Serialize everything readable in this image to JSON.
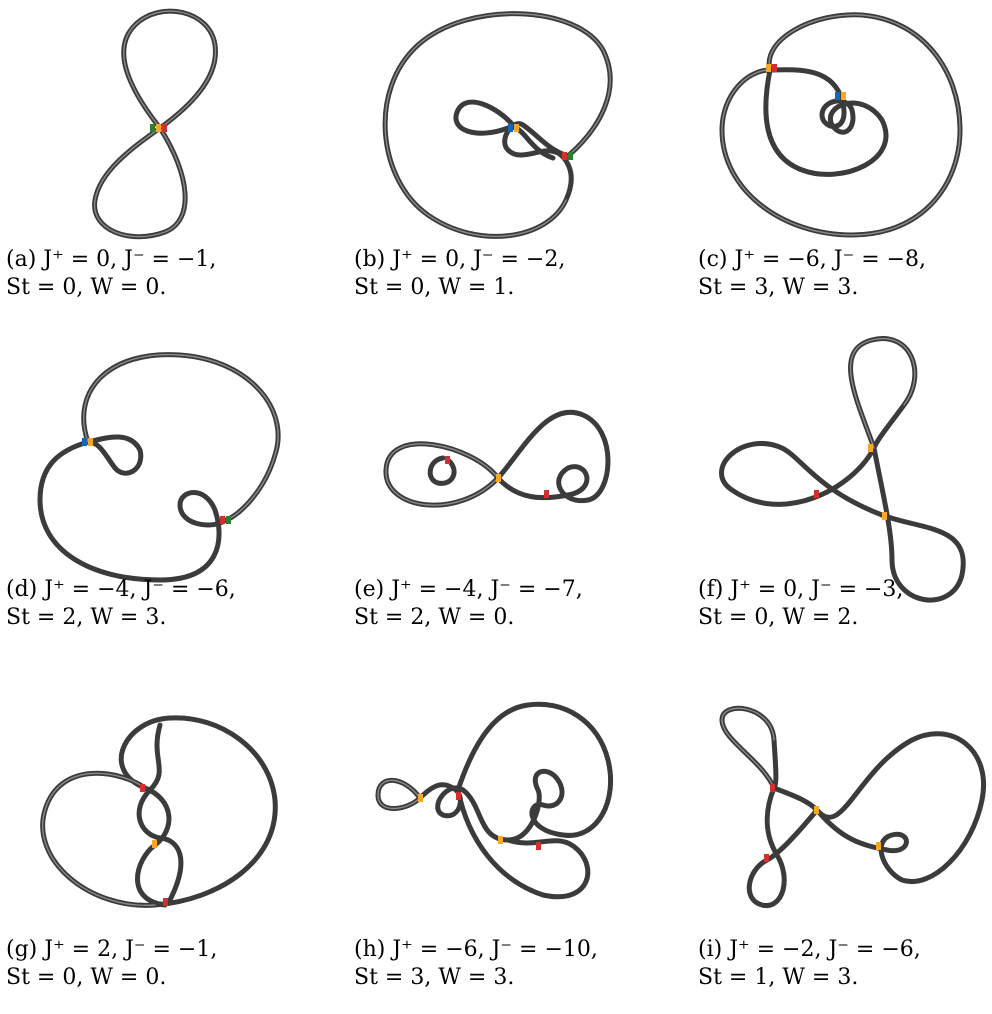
{
  "panels": [
    {
      "label": "(a)",
      "caption": "J⁺ = 0, J⁻ = −1,\nSt = 0, W = 0."
    },
    {
      "label": "(b)",
      "caption": "J⁺ = 0, J⁻ = −2,\nSt = 0, W = 1."
    },
    {
      "label": "(c)",
      "caption": "J⁺ = −6, J⁻ = −8,\nSt = 3, W = 3."
    },
    {
      "label": "(d)",
      "caption": "J⁺ = −4, J⁻ = −6,\nSt = 2, W = 3."
    },
    {
      "label": "(e)",
      "caption": "J⁺ = −4, J⁻ = −7,\nSt = 2, W = 0."
    },
    {
      "label": "(f)",
      "caption": "J⁺ = 0, J⁻ = −3,\nSt = 0, W = 2."
    },
    {
      "label": "(g)",
      "caption": "J⁺ = 2, J⁻ = −1,\nSt = 0, W = 0."
    },
    {
      "label": "(h)",
      "caption": "J⁺ = −6, J⁻ = −10,\nSt = 3, W = 3."
    },
    {
      "label": "(i)",
      "caption": "J⁺ = −2, J⁻ = −6,\nSt = 1, W = 3."
    }
  ],
  "colors": {
    "curve": "#3b3b3b",
    "crossing_marks": [
      "#d32f2f",
      "#f9a825",
      "#2e7d32",
      "#1565c0"
    ]
  }
}
